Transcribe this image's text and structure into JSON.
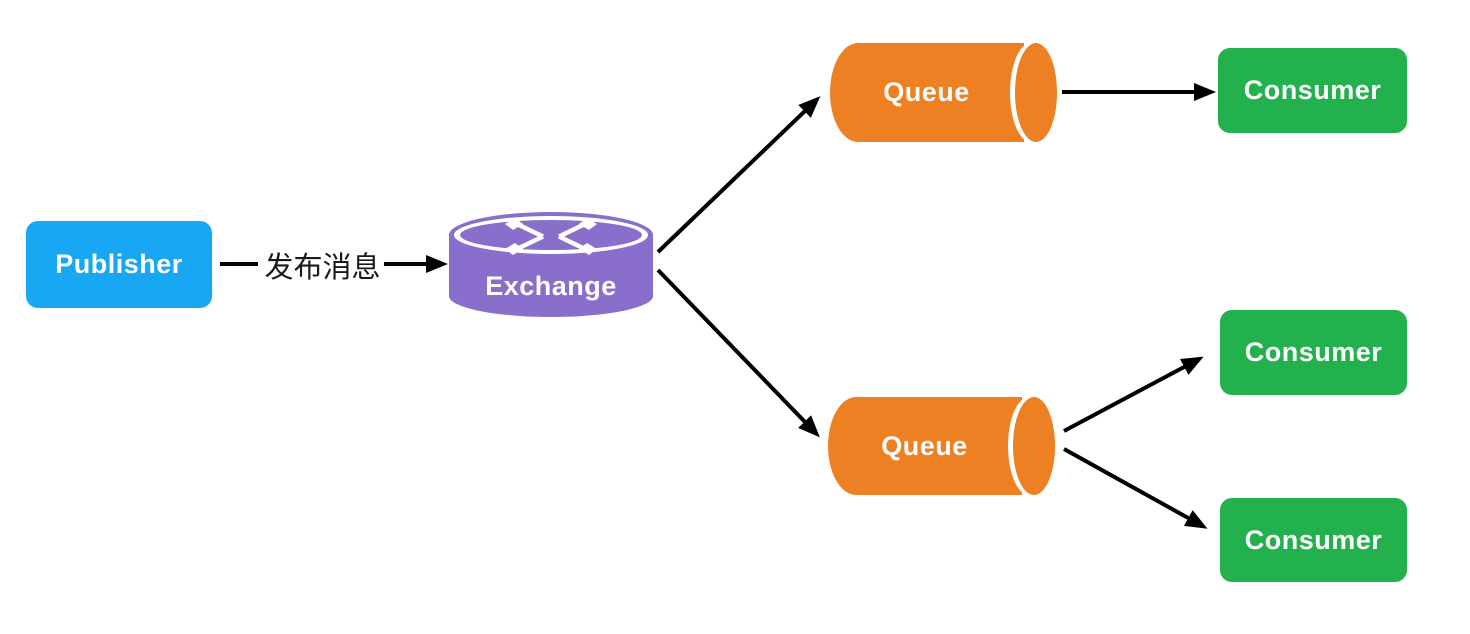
{
  "diagram": {
    "publisher": {
      "label": "Publisher"
    },
    "publish_edge": {
      "label": "发布消息"
    },
    "exchange": {
      "label": "Exchange"
    },
    "queues": [
      {
        "label": "Queue"
      },
      {
        "label": "Queue"
      }
    ],
    "consumers": [
      {
        "label": "Consumer"
      },
      {
        "label": "Consumer"
      },
      {
        "label": "Consumer"
      }
    ],
    "colors": {
      "publisher": "#18a8f3",
      "exchange": "#8a6ecb",
      "queue": "#ed8022",
      "consumer": "#22b14c",
      "arrow": "#000000",
      "label_text": "#1a1a1a"
    }
  }
}
